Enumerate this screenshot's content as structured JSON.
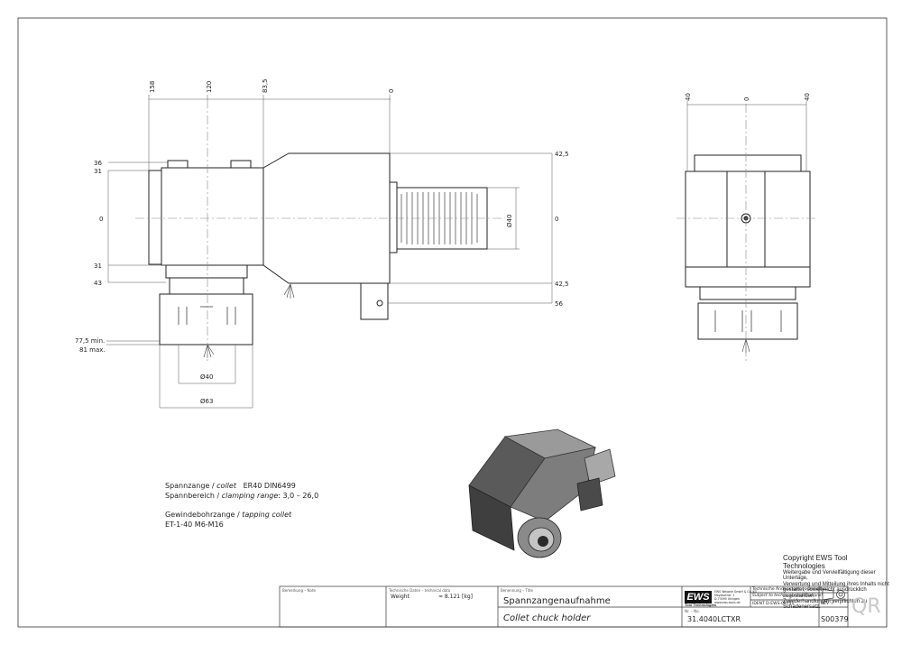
{
  "drawing": {
    "front_view": {
      "top_dims": [
        "158",
        "120",
        "83,5",
        "0"
      ],
      "left_dims": [
        "36",
        "31",
        "0",
        "31",
        "43"
      ],
      "right_dims": [
        "42,5",
        "0",
        "42,5",
        "56"
      ],
      "shank_diameter": "Ø40",
      "collet_dims": [
        "77,5 min.",
        "81 max."
      ],
      "bottom_dims": [
        "Ø40",
        "Ø63"
      ]
    },
    "side_view": {
      "top_dims": [
        "40",
        "0",
        "40"
      ]
    }
  },
  "notes": {
    "collet_label": "Spannzange /",
    "collet_label_en": "collet",
    "collet_value": "ER40    DIN6499",
    "range_label": "Spannbereich /",
    "range_label_en": "clamping range",
    "range_value": ": 3,0 – 26,0",
    "tapping_label": "Gewindebohrzange /",
    "tapping_label_en": "tapping collet",
    "tapping_value": "ET-1-40    M6-M16"
  },
  "copyright": {
    "title": "Copyright EWS Tool Technologies",
    "lines": [
      "Weitergabe und Vervielfältigung dieser Unterlage,",
      "Verwertung und Mitteilung ihres Inhalts nicht",
      "gestattet, soweit nicht ausdrücklich zugestanden.",
      "Zuwiderhandlungen verpflichten zu Schadenersatz."
    ]
  },
  "title_block": {
    "remark_label": "Bemerkung – Note",
    "tech_label": "Technische Daten – technical data",
    "weight_label": "Weight",
    "weight_value": "≈  8.121 [kg]",
    "name_label": "Benennung – Title",
    "title_de": "Spannzangenaufnahme",
    "title_en": "Collet chuck holder",
    "logo": "EWS",
    "logo_sub": "Tool Technologies",
    "company_lines": [
      "EWS Weigele GmbH & Co. KG",
      "Maybachstr. 1",
      "D-73095 Uhingen",
      "www.ews-tools.de"
    ],
    "changes_de": "Technische Änderungen vorbehalten!",
    "changes_en": "Subject to technical modifications!",
    "ident": "IDENT  D-EWS-08751",
    "rev": "REV  -/-",
    "nr_label": "Nr. – No.",
    "part_number": "31.4040LCTXR",
    "sheet_number": "S00379",
    "qr": "QR"
  }
}
